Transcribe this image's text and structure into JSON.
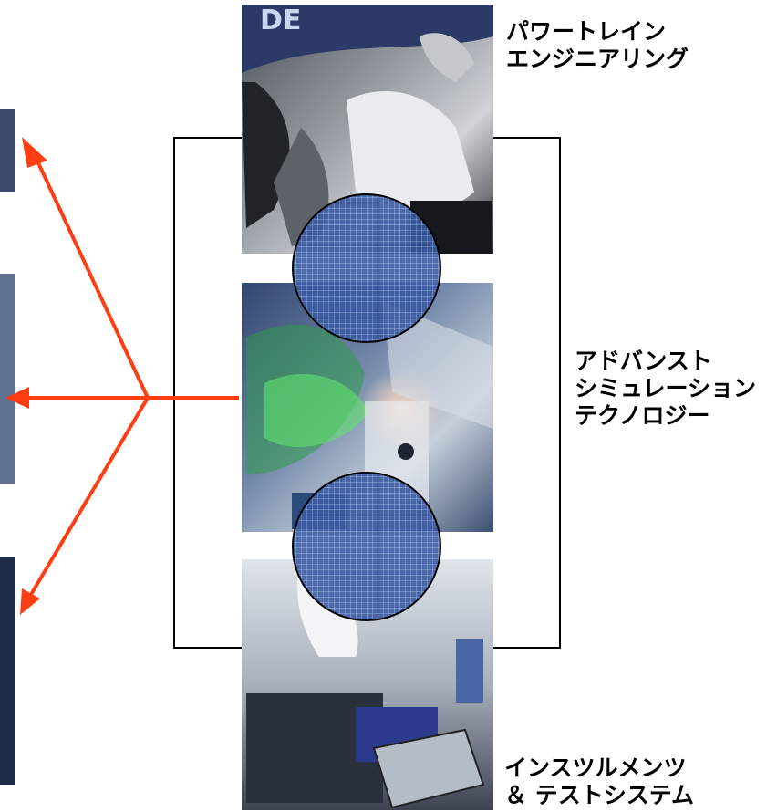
{
  "labels": {
    "top": {
      "line1": "パワートレイン",
      "line2": "エンジニアリング"
    },
    "middle": {
      "line1": "アドバンスト",
      "line2": "シミュレーション",
      "line3": "テクノロジー"
    },
    "bottom": {
      "line1": "インスツルメンツ",
      "line2": "＆ テストシステム"
    }
  },
  "panels": [
    {
      "subject": "engine-photo"
    },
    {
      "subject": "simulation-render"
    },
    {
      "subject": "test-bench-photo"
    }
  ],
  "colors": {
    "arrow": "#ff3d12",
    "lens_fill": "#3a5aa0",
    "lens_grid": "#9fb6e6",
    "frame_line": "#000000"
  }
}
